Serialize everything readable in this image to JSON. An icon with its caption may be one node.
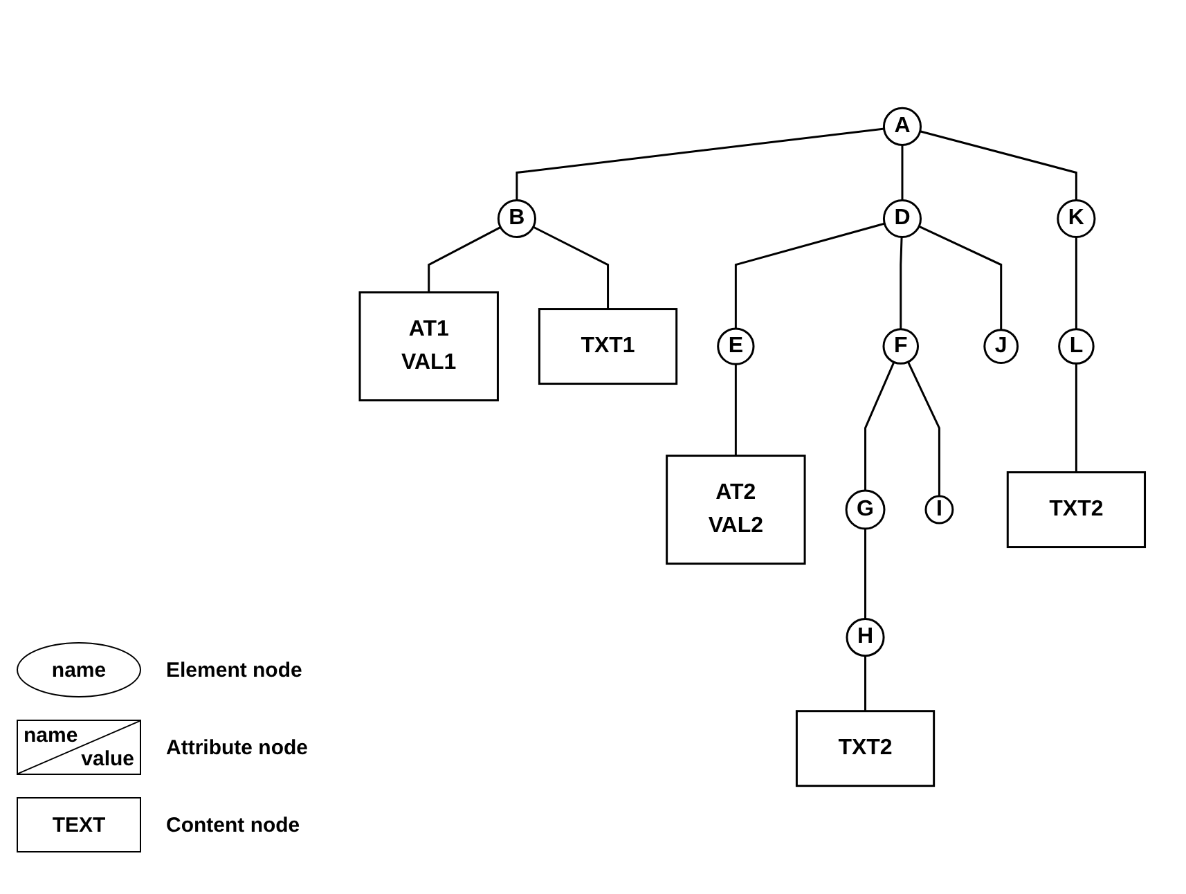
{
  "diagram": {
    "nodes": [
      {
        "text": [
          "A"
        ]
      },
      {
        "text": [
          "B"
        ]
      },
      {
        "text": [
          "D"
        ]
      },
      {
        "text": [
          "K"
        ]
      },
      {
        "text": [
          "AT1",
          "VAL1"
        ]
      },
      {
        "text": [
          "TXT1"
        ]
      },
      {
        "text": [
          "E"
        ]
      },
      {
        "text": [
          "F"
        ]
      },
      {
        "text": [
          "J"
        ]
      },
      {
        "text": [
          "L"
        ]
      },
      {
        "text": [
          "AT2",
          "VAL2"
        ]
      },
      {
        "text": [
          "G"
        ]
      },
      {
        "text": [
          "I"
        ]
      },
      {
        "text": [
          "TXT2"
        ]
      },
      {
        "text": [
          "H"
        ]
      },
      {
        "text": [
          "TXT2"
        ]
      }
    ],
    "edges": [
      {
        "from": 0,
        "to": 1,
        "arrow": "none"
      },
      {
        "from": 0,
        "to": 2,
        "arrow": "none"
      },
      {
        "from": 0,
        "to": 3,
        "arrow": "none"
      },
      {
        "from": 1,
        "to": 4,
        "arrow": "none"
      },
      {
        "from": 1,
        "to": 5,
        "arrow": "none"
      },
      {
        "from": 2,
        "to": 6,
        "arrow": "none"
      },
      {
        "from": 2,
        "to": 7,
        "arrow": "none"
      },
      {
        "from": 2,
        "to": 8,
        "arrow": "none"
      },
      {
        "from": 3,
        "to": 9,
        "arrow": "none"
      },
      {
        "from": 6,
        "to": 10,
        "arrow": "none"
      },
      {
        "from": 7,
        "to": 11,
        "arrow": "none"
      },
      {
        "from": 7,
        "to": 12,
        "arrow": "none"
      },
      {
        "from": 9,
        "to": 13,
        "arrow": "none"
      },
      {
        "from": 11,
        "to": 14,
        "arrow": "none"
      },
      {
        "from": 14,
        "to": 15,
        "arrow": "none"
      }
    ],
    "labels": [
      "name",
      "name",
      "value",
      "TEXT"
    ],
    "legend": [
      {
        "text": "Element node"
      },
      {
        "text": "Attribute node"
      },
      {
        "text": "Content node"
      }
    ]
  }
}
